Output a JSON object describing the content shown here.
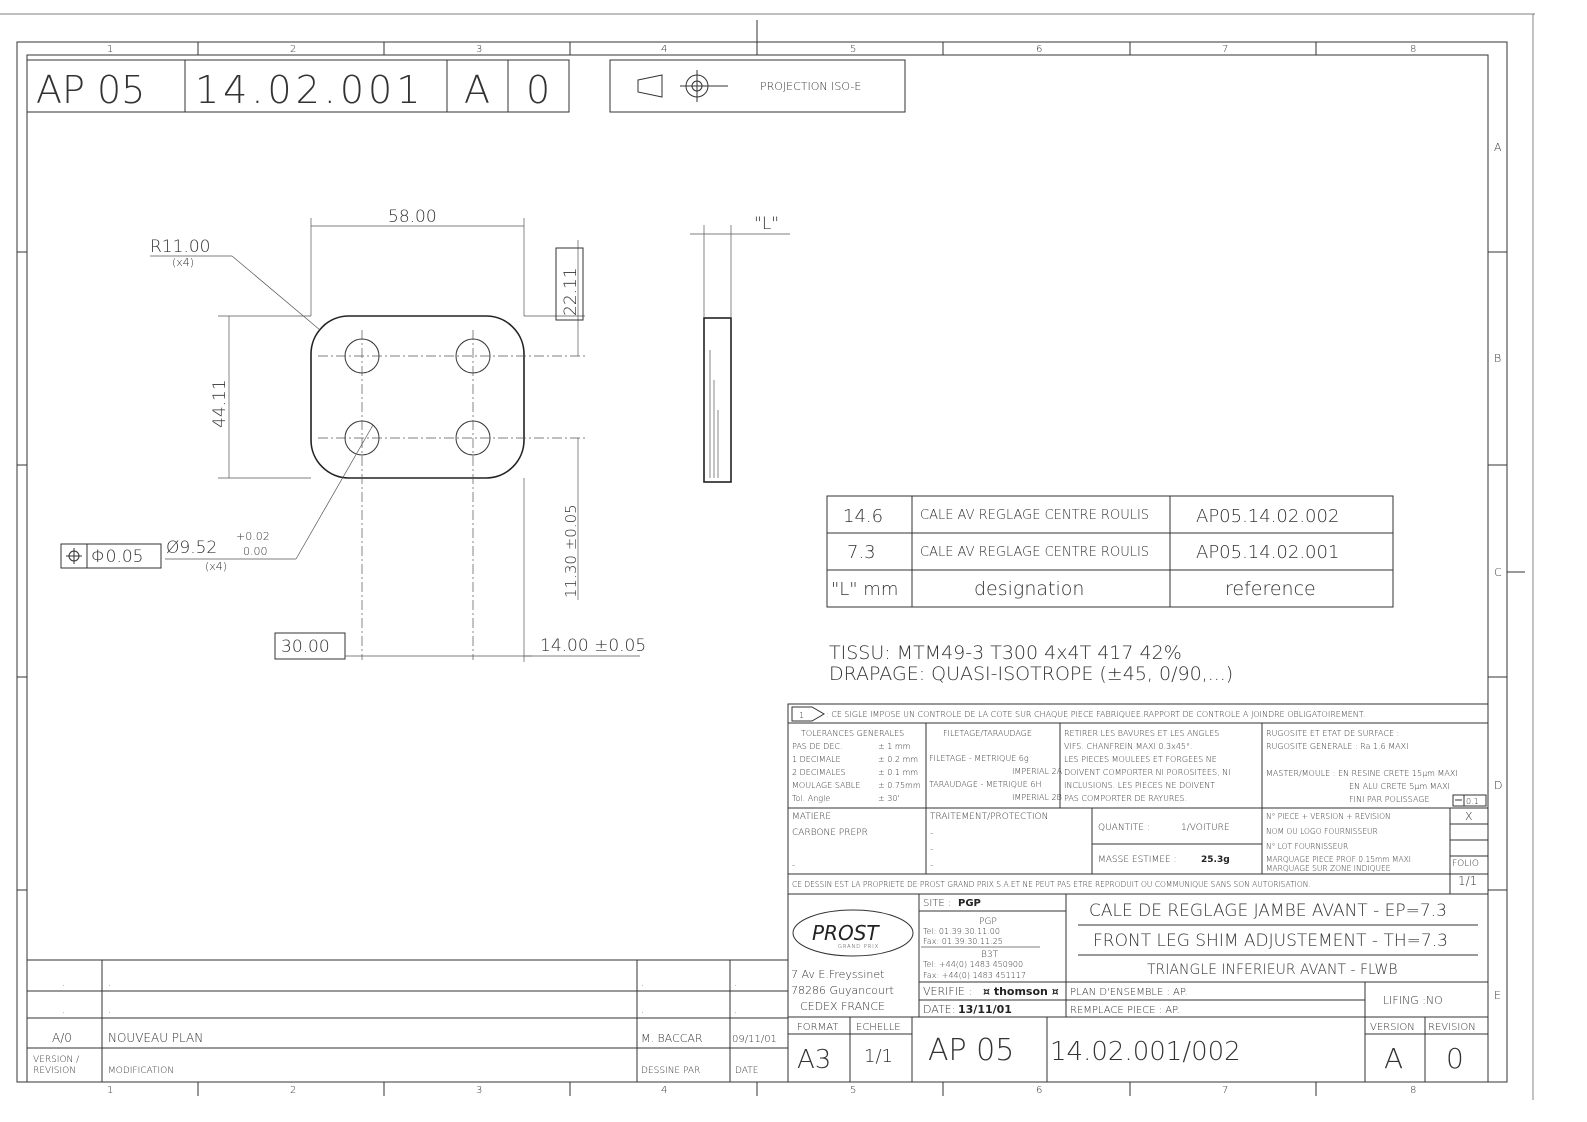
{
  "header": {
    "project": "AP 05",
    "part_number": "14.02.001",
    "version": "A",
    "revision": "0",
    "projection": "PROJECTION ISO-E"
  },
  "grid": {
    "columns": [
      "1",
      "2",
      "3",
      "4",
      "5",
      "6",
      "7",
      "8"
    ],
    "rows": [
      "A",
      "B",
      "C",
      "D",
      "E"
    ]
  },
  "dims": {
    "width": "58.00",
    "radius": "R11.00",
    "radius_qty": "(x4)",
    "height": "44.11",
    "hole_dia": "Ø9.52",
    "hole_tol_plus": "+0.02",
    "hole_tol_minus": "0.00",
    "hole_qty": "(x4)",
    "position_tol": "Φ0.05",
    "top_offset": "22.11",
    "side_offset": "11.30 ±0.05",
    "hole_spacing": "30.00",
    "edge_offset": "14.00 ±0.05",
    "thickness_label": "\"L\""
  },
  "variants": {
    "rows": [
      {
        "l": "14.6",
        "designation": "CALE AV REGLAGE CENTRE ROULIS",
        "reference": "AP05.14.02.002"
      },
      {
        "l": "7.3",
        "designation": "CALE AV REGLAGE CENTRE ROULIS",
        "reference": "AP05.14.02.001"
      }
    ],
    "head_l": "\"L\" mm",
    "head_designation": "designation",
    "head_reference": "reference"
  },
  "material_note": {
    "line1": "TISSU: MTM49-3 T300 4x4T 417 42%",
    "line2": "DRAPAGE: QUASI-ISOTROPE (±45, 0/90,...)"
  },
  "title_block": {
    "sigle_note": ": CE SIGLE IMPOSE UN CONTROLE DE LA COTE SUR CHAQUE PIECE FABRIQUEE.RAPPORT DE CONTROLE A JOINDRE OBLIGATOIREMENT.",
    "sigle_mark": "1",
    "tol_title": "TOLERANCES GENERALES",
    "tol_rows": [
      {
        "label": "PAS DE DEC.",
        "value": "± 1  mm"
      },
      {
        "label": "1 DECIMALE",
        "value": "± 0.2 mm"
      },
      {
        "label": "2 DECIMALES",
        "value": "± 0.1 mm"
      },
      {
        "label": "MOULAGE SABLE",
        "value": "± 0.75mm"
      },
      {
        "label": "Tol. Angle",
        "value": "± 30'"
      }
    ],
    "thread_title": "FILETAGE/TARAUDAGE",
    "thread_lines": [
      "FILETAGE  - METRIQUE 6g",
      "IMPERIAL 2A",
      "TARAUDAGE - METRIQUE 6H",
      "IMPERIAL 2B"
    ],
    "finish_lines": [
      "RETIRER LES BAVURES ET LES ANGLES",
      "VIFS. CHANFREIN MAXI 0.3x45°.",
      "LES PIECES MOULEES ET FORGEES NE",
      "DOIVENT COMPORTER NI POROSITEES, NI",
      "INCLUSIONS. LES PIECES NE DOIVENT",
      "PAS COMPORTER DE RAYURES."
    ],
    "rough_lines": [
      "RUGOSITE ET ETAT DE SURFACE :",
      "RUGOSITE GENERALE : Ra 1.6 MAXI"
    ],
    "master_lines": [
      "MASTER/MOULE : EN RESINE CRETE 15µm MAXI",
      "EN ALU CRETE 5µm MAXI",
      "FINI PAR POLISSAGE"
    ],
    "polish_tol": "0.1",
    "matiere_label": "MATIERE",
    "matiere_value": "CARBONE PREPR",
    "matiere_dash": "-",
    "traitement_label": "TRAITEMENT/PROTECTION",
    "traitement_dashes": [
      "-",
      "-",
      "-"
    ],
    "quantite_label": "QUANTITE :",
    "quantite_value": "1/VOITURE",
    "masse_label": "MASSE ESTIMEE :",
    "masse_value": "25.3g",
    "marking_lines": [
      "N° PIECE + VERSION + REVISION",
      "NOM OU LOGO FOURNISSEUR",
      "N° LOT FOURNISSEUR",
      "MARQUAGE PIECE PROF 0.15mm MAXI",
      "MARQUAGE SUR ZONE INDIQUEE"
    ],
    "marking_check": "X",
    "folio_label": "FOLIO",
    "folio_value": "1/1",
    "property_note": "CE DESSIN EST LA PROPRIETE DE PROST GRAND PRIX S.A.ET NE PEUT PAS ETRE REPRODUIT OU COMMUNIQUE SANS SON AUTORISATION.",
    "company_logo": "PROST",
    "company_logo_sub": "GRAND PRIX",
    "address_lines": [
      "7 Av E.Freyssinet",
      "78286 Guyancourt",
      "CEDEX FRANCE"
    ],
    "site_label": "SITE :",
    "site_value": "PGP",
    "pgp_lines": [
      "PGP",
      "Tel: 01.39.30.11.00",
      "Fax: 01.39.30.11.25"
    ],
    "b3t_lines": [
      "B3T",
      "Tel: +44(0) 1483 450900",
      "Fax: +44(0) 1483 451117"
    ],
    "verifie_label": "VERIFIE :",
    "verifie_value": "¤ thomson ¤",
    "date_label": "DATE:",
    "date_value": "13/11/01",
    "title_fr": "CALE DE REGLAGE JAMBE AVANT - EP=7.3",
    "title_en": "FRONT LEG SHIM ADJUSTEMENT - TH=7.3",
    "title_sub": "TRIANGLE INFERIEUR AVANT - FLWB",
    "plan_ensemble": "PLAN D'ENSEMBLE : AP.",
    "remplace_piece": "REMPLACE PIECE  : AP.",
    "lifing": "LIFING :NO",
    "format_label": "FORMAT",
    "format_value": "A3",
    "echelle_label": "ECHELLE",
    "echelle_value": "1/1",
    "drawing_no_prefix": "AP 05",
    "drawing_no": "14.02.001/002",
    "version_label": "VERSION",
    "version_value": "A",
    "revision_label": "REVISION",
    "revision_value": "0"
  },
  "revision_table": {
    "empty_marks": [
      ".",
      ".",
      ".",
      ".",
      ".",
      ".",
      ".",
      "."
    ],
    "entry": {
      "version": "A/0",
      "modification": "NOUVEAU PLAN",
      "drawn_by": "M. BACCAR",
      "date": "09/11/01"
    },
    "head_version": "VERSION /",
    "head_version2": "REVISION",
    "head_modification": "MODIFICATION",
    "head_drawn": "DESSINE PAR",
    "head_date": "DATE"
  }
}
